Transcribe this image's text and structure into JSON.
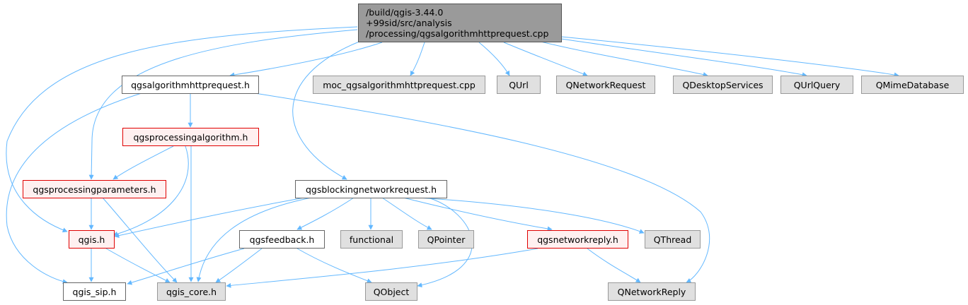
{
  "graph": {
    "root": {
      "lines": [
        "/build/qgis-3.44.0",
        "+99sid/src/analysis",
        "/processing/qgsalgorithmhttprequest.cpp"
      ]
    },
    "nodes": {
      "algorithmhttprequest_h": "qgsalgorithmhttprequest.h",
      "moc_cpp": "moc_qgsalgorithmhttprequest.cpp",
      "qurl": "QUrl",
      "qnetworkrequest": "QNetworkRequest",
      "qdesktopservices": "QDesktopServices",
      "qurlquery": "QUrlQuery",
      "qmimedatabase": "QMimeDatabase",
      "processingalgorithm_h": "qgsprocessingalgorithm.h",
      "processingparameters_h": "qgsprocessingparameters.h",
      "blockingnetworkrequest_h": "qgsblockingnetworkrequest.h",
      "qgis_h": "qgis.h",
      "feedback_h": "qgsfeedback.h",
      "functional": "functional",
      "qpointer": "QPointer",
      "networkreply_h": "qgsnetworkreply.h",
      "qthread": "QThread",
      "qgis_sip_h": "qgis_sip.h",
      "qgis_core_h": "qgis_core.h",
      "qobject": "QObject",
      "qnetworkreply": "QNetworkReply"
    },
    "colors": {
      "edge": "#63b8ff",
      "root_fill": "#9a9a9a",
      "external_fill": "#e0e0e0",
      "incomplete_border": "#e00000"
    }
  }
}
